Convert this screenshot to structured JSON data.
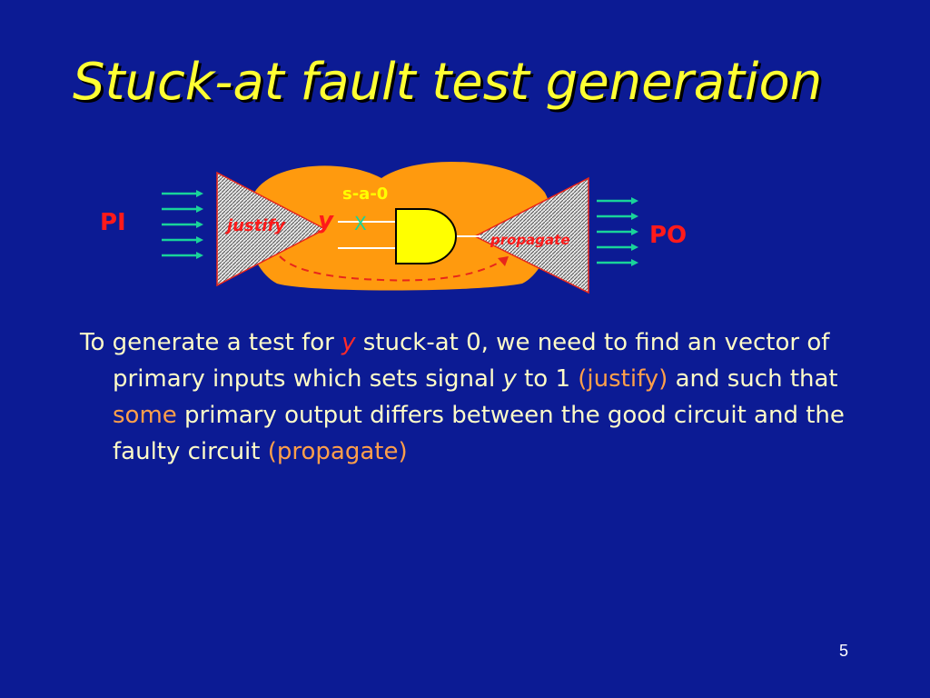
{
  "slide": {
    "title": "Stuck-at fault test generation",
    "page_number": "5"
  },
  "diagram": {
    "pi_label": "PI",
    "po_label": "PO",
    "justify_label": "justify",
    "propagate_label": "propagate",
    "signal_label": "y",
    "fault_label": "s-a-0",
    "fault_marker": "X",
    "gate": "and-gate-icon",
    "arrow_icon": "arrow-right-icon"
  },
  "body": {
    "p1": "To generate a test for ",
    "signal": "y",
    "p2": " stuck-at 0, we need to find an vector of primary inputs which sets signal ",
    "signal2": "y",
    "p3": " to 1 ",
    "justify": "(justify)",
    "p4": " and such that ",
    "some": "some",
    "p5": " primary output differs between the good circuit and the faulty circuit ",
    "propagate": "(propagate)"
  },
  "colors": {
    "background": "#0c1b94",
    "title": "#ffff33",
    "body_text": "#fffcc8",
    "highlight_red": "#ff2a2a",
    "highlight_orange": "#ff9f4a",
    "blob": "#ff9a0e",
    "gate_fill": "#ffff00",
    "arrows": "#19d39a"
  }
}
